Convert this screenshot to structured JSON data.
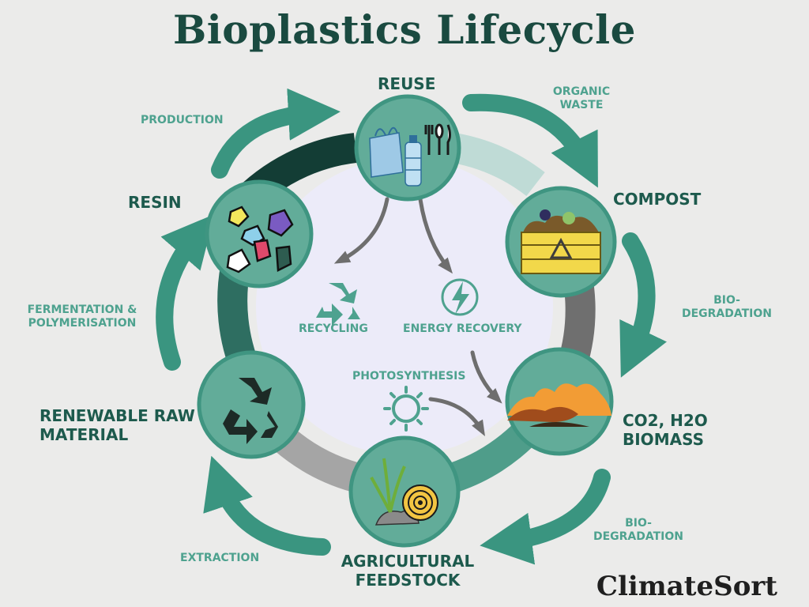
{
  "title": "Bioplastics Lifecycle",
  "brand": "ClimateSort",
  "stages": {
    "reuse": "REUSE",
    "compost": "COMPOST",
    "biomass": "CO2, H2O BIOMASS",
    "feedstock": "AGRICULTURAL FEEDSTOCK",
    "renewable": "RENEWABLE RAW MATERIAL",
    "resin": "RESIN"
  },
  "transitions": {
    "production": "PRODUCTION",
    "organic_waste": "ORGANIC WASTE",
    "bio_degradation_upper": "BIO-DEGRADATION",
    "bio_degradation_lower": "BIO-DEGRADATION",
    "extraction": "EXTRACTION",
    "fermentation": "FERMENTATION & POLYMERISATION"
  },
  "center": {
    "recycling": "RECYCLING",
    "energy_recovery": "ENERGY RECOVERY",
    "photosynthesis": "PHOTOSYNTHESIS"
  },
  "colors": {
    "dark_teal": "#1d5a4d",
    "teal": "#3f9581",
    "light_teal": "#4ea28f",
    "circle_fill": "#62ac99",
    "inner_circle": "#ecebf9",
    "background": "#ebebea"
  }
}
